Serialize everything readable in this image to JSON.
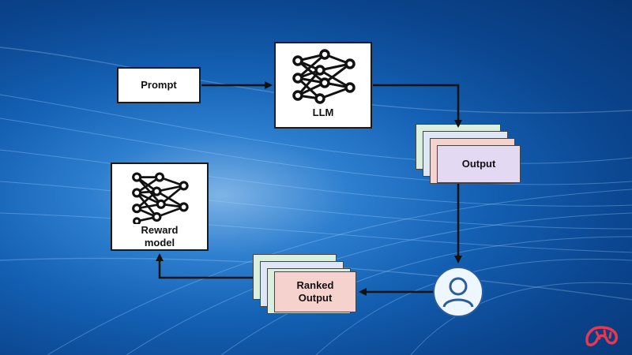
{
  "nodes": {
    "prompt": "Prompt",
    "llm": "LLM",
    "output": "Output",
    "ranked_output": "Ranked\nOutput",
    "reward_model": "Reward\nmodel"
  },
  "icons": {
    "llm": "neural-network-icon",
    "reward": "neural-network-icon",
    "human": "user-icon",
    "brand": "brain-logo-icon"
  },
  "colors": {
    "background": "#1460b3",
    "card_green": "#d9f0df",
    "card_blue": "#dde7f6",
    "card_pink": "#f6d2cf",
    "card_lavender": "#e4d9f2",
    "logo": "#e8384f"
  }
}
